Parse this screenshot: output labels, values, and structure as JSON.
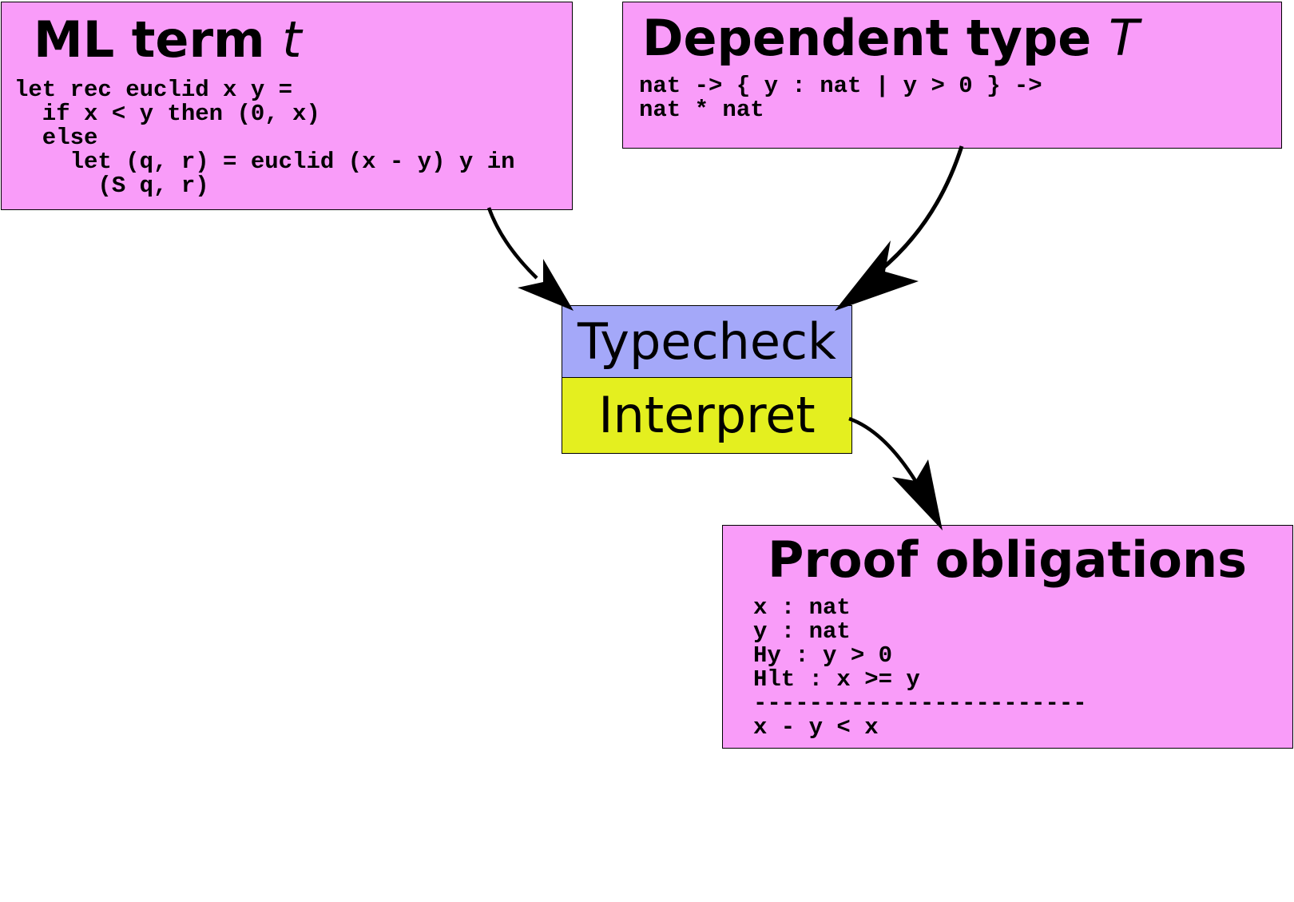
{
  "colors": {
    "input_box": "#f99cf9",
    "typecheck": "#a4a8f9",
    "interpret": "#e4ef1f",
    "border": "#000000"
  },
  "ml_term": {
    "title": "ML term ",
    "var": "t",
    "code": "let rec euclid x y =\n  if x < y then (0, x)\n  else\n    let (q, r) = euclid (x - y) y in\n      (S q, r)"
  },
  "dependent_type": {
    "title": "Dependent type ",
    "var": "T",
    "code": "nat -> { y : nat | y > 0 } ->\nnat * nat"
  },
  "pipeline": {
    "typecheck": "Typecheck",
    "interpret": "Interpret"
  },
  "proof_obligations": {
    "title": "Proof obligations",
    "code": "x : nat\ny : nat\nHy : y > 0\nHlt : x >= y\n------------------------\nx - y < x"
  },
  "edges": [
    {
      "from": "ml-term",
      "to": "typecheck"
    },
    {
      "from": "dependent-type",
      "to": "typecheck"
    },
    {
      "from": "interpret",
      "to": "proof-obligations"
    }
  ]
}
